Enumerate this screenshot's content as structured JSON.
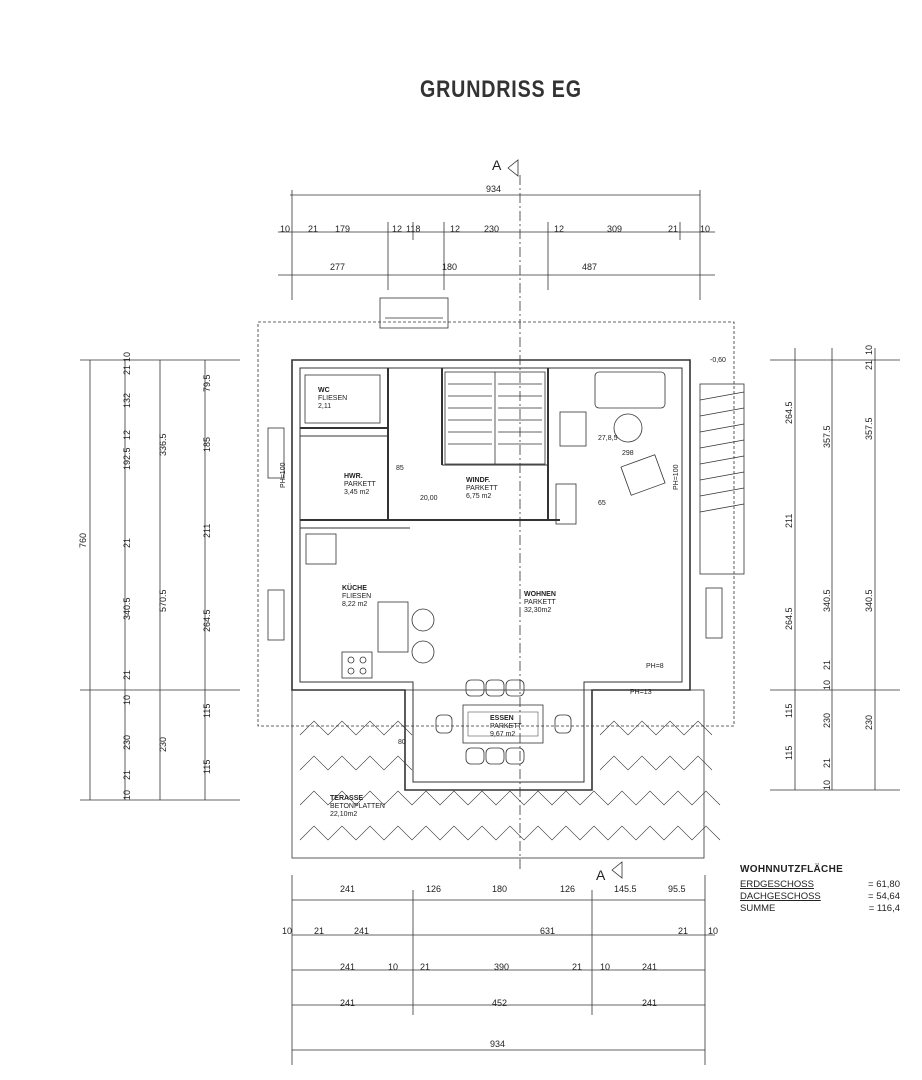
{
  "title": "GRUNDRISS EG",
  "section_marker": "A",
  "top_dims": {
    "overall": "934",
    "row1": [
      "10",
      "21",
      "179",
      "12",
      "118",
      "12",
      "230",
      "12",
      "309",
      "21",
      "10"
    ],
    "row2": [
      "277",
      "180",
      "487"
    ]
  },
  "bottom_dims": {
    "row1": [
      "241",
      "126",
      "180",
      "126",
      "145.5",
      "95.5"
    ],
    "row2": [
      "10",
      "21",
      "241",
      "631",
      "21",
      "10"
    ],
    "row3": [
      "241",
      "10",
      "21",
      "390",
      "21",
      "10",
      "241"
    ],
    "row4": [
      "241",
      "452",
      "241"
    ],
    "overall": "934"
  },
  "left_dims": {
    "overall": "760",
    "col1": [
      "10",
      "21",
      "132",
      "12",
      "192.5",
      "21",
      "340.5",
      "21",
      "10",
      "230",
      "21",
      "10"
    ],
    "col2": [
      "79.5",
      "185",
      "211",
      "264.5",
      "115",
      "115"
    ],
    "col3": [
      "336.5",
      "570.5",
      "230"
    ]
  },
  "right_dims": {
    "col1": [
      "264.5",
      "211",
      "264.5",
      "115",
      "115"
    ],
    "col2": [
      "357.5",
      "340.5",
      "230",
      "21",
      "10",
      "21",
      "10"
    ],
    "col3": [
      "10",
      "21",
      "357.5",
      "340.5",
      "230"
    ]
  },
  "rooms": [
    {
      "name": "WC",
      "floor": "FLIESEN",
      "area": "2,11"
    },
    {
      "name": "HWR.",
      "floor": "PARKETT",
      "area": "3,45 m2"
    },
    {
      "name": "WINDF.",
      "floor": "PARKETT",
      "area": "6,75 m2"
    },
    {
      "name": "KÜCHE",
      "floor": "FLIESEN",
      "area": "8,22 m2"
    },
    {
      "name": "WOHNEN",
      "floor": "PARKETT",
      "area": "32,30m2"
    },
    {
      "name": "TERASSE",
      "floor": "BETONPLATTEN",
      "area": "22,10m2"
    },
    {
      "name": "ESSEN",
      "floor": "PARKETT",
      "area": "9,67 m2"
    }
  ],
  "annotations": {
    "level_top": "-0,60",
    "stair_label": "20,00",
    "steps": "27,8,5",
    "dim_298": "298",
    "dim_65": "65",
    "dim_85": "85",
    "dim_80": "80",
    "ph_100": "PH=100",
    "ph_8": "PH=8",
    "ph_13": "PH=13"
  },
  "area_summary": {
    "heading": "WOHNNUTZFLÄCHE",
    "rows": [
      {
        "label": "ERDGESCHOSS",
        "value": "= 61,80"
      },
      {
        "label": "DACHGESCHOSS",
        "value": "= 54,64"
      },
      {
        "label": "SUMME",
        "value": "= 116,4"
      }
    ]
  }
}
